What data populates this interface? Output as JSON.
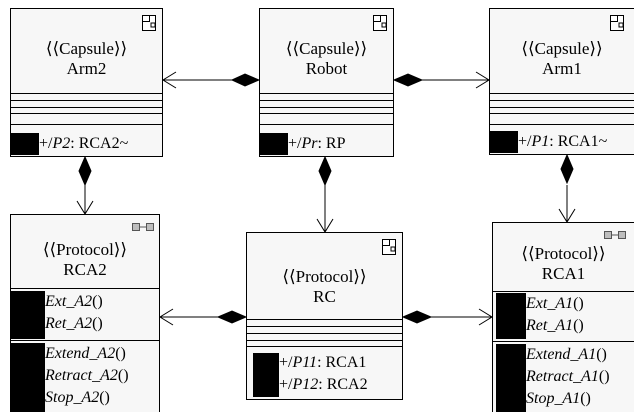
{
  "capsules": {
    "arm2": {
      "stereotype": "⟨⟨Capsule⟩⟩",
      "name": "Arm2",
      "port": {
        "prefix": "+/",
        "name": "P2",
        "rest": ": RCA2~"
      }
    },
    "robot": {
      "stereotype": "⟨⟨Capsule⟩⟩",
      "name": "Robot",
      "port": {
        "prefix": "+/",
        "name": "Pr",
        "rest": ": RP"
      }
    },
    "arm1": {
      "stereotype": "⟨⟨Capsule⟩⟩",
      "name": "Arm1",
      "port": {
        "prefix": "+/",
        "name": "P1",
        "rest": ": RCA1~"
      }
    }
  },
  "protocols": {
    "rca2": {
      "stereotype": "⟨⟨Protocol⟩⟩",
      "name": "RCA2",
      "in_signals": [
        {
          "name": "Ext_A2",
          "args": "()"
        },
        {
          "name": "Ret_A2",
          "args": "()"
        }
      ],
      "out_signals": [
        {
          "name": "Extend_A2",
          "args": "()"
        },
        {
          "name": "Retract_A2",
          "args": "()"
        },
        {
          "name": "Stop_A2",
          "args": "()"
        }
      ]
    },
    "rc": {
      "stereotype": "⟨⟨Protocol⟩⟩",
      "name": "RC",
      "ports": [
        {
          "prefix": "+/",
          "name": "P11",
          "rest": ": RCA1"
        },
        {
          "prefix": "+/",
          "name": "P12",
          "rest": ": RCA2"
        }
      ]
    },
    "rca1": {
      "stereotype": "⟨⟨Protocol⟩⟩",
      "name": "RCA1",
      "in_signals": [
        {
          "name": "Ext_A1",
          "args": "()"
        },
        {
          "name": "Ret_A1",
          "args": "()"
        }
      ],
      "out_signals": [
        {
          "name": "Extend_A1",
          "args": "()"
        },
        {
          "name": "Retract_A1",
          "args": "()"
        },
        {
          "name": "Stop_A1",
          "args": "()"
        }
      ]
    }
  },
  "colors": {
    "box_fill": "#f7f7f7",
    "line": "#000000",
    "icon_fill": "#bdbdbd"
  }
}
